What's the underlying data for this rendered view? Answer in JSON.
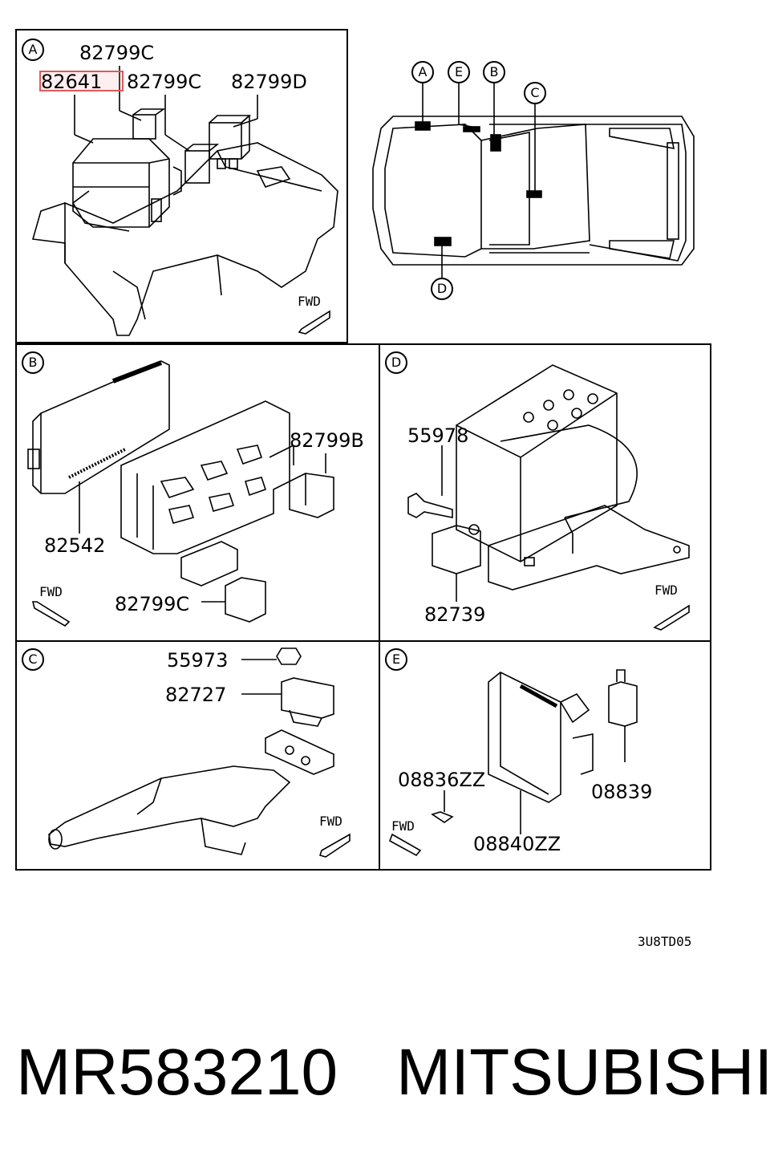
{
  "panel_a": {
    "badge": "A",
    "parts": {
      "relay_top": "82799C",
      "highlighted": "82641",
      "relay_mid": "82799C",
      "relay_right": "82799D"
    },
    "fwd": "FWD"
  },
  "locator": {
    "badges": [
      "A",
      "E",
      "B",
      "C",
      "D"
    ]
  },
  "panel_b": {
    "badge": "B",
    "parts": {
      "relay": "82799B",
      "module": "82542",
      "relay_bottom": "82799C"
    },
    "fwd": "FWD"
  },
  "panel_d": {
    "badge": "D",
    "parts": {
      "bolt": "55978",
      "relay": "82739"
    },
    "fwd": "FWD"
  },
  "panel_c": {
    "badge": "C",
    "parts": {
      "nut": "55973",
      "relay": "82727"
    },
    "fwd": "FWD"
  },
  "panel_e": {
    "badge": "E",
    "parts": {
      "screw": "08836ZZ",
      "relay": "08839",
      "module": "08840ZZ"
    },
    "fwd": "FWD"
  },
  "diagram_code": "3U8TD05",
  "footer": {
    "part_number": "MR583210",
    "brand": "MITSUBISHI"
  },
  "colors": {
    "highlight": "#e05a5a"
  }
}
